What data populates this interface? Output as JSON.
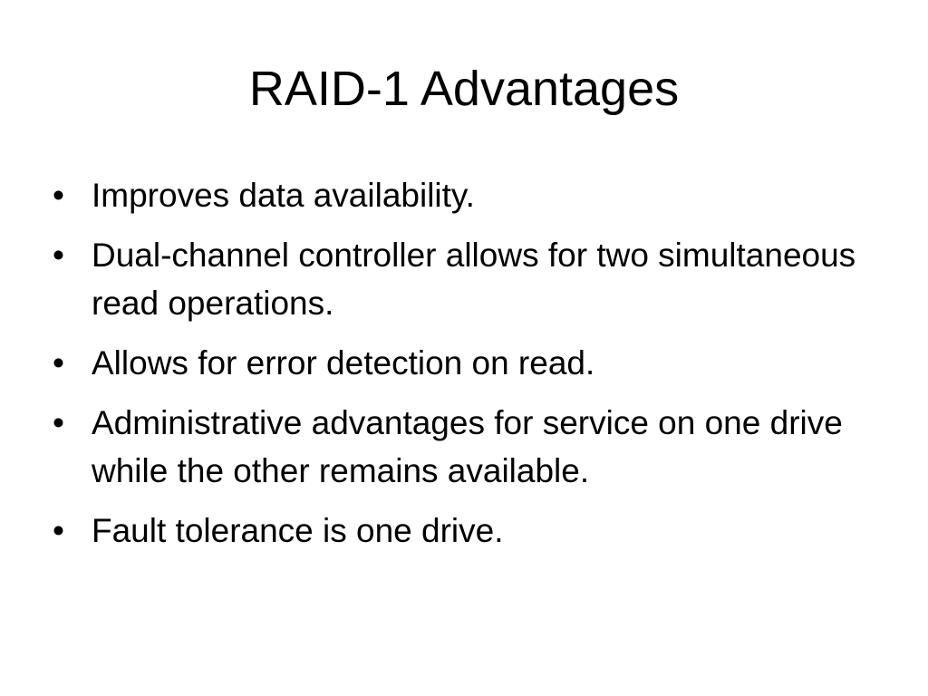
{
  "slide": {
    "title": "RAID-1 Advantages",
    "bullet_glyph": "•",
    "bullets": [
      "Improves data availability.",
      "Dual-channel controller allows for two simultaneous read operations.",
      "Allows for error detection on read.",
      "Administrative advantages for service on one drive while the other remains available.",
      "Fault tolerance is one drive."
    ]
  }
}
